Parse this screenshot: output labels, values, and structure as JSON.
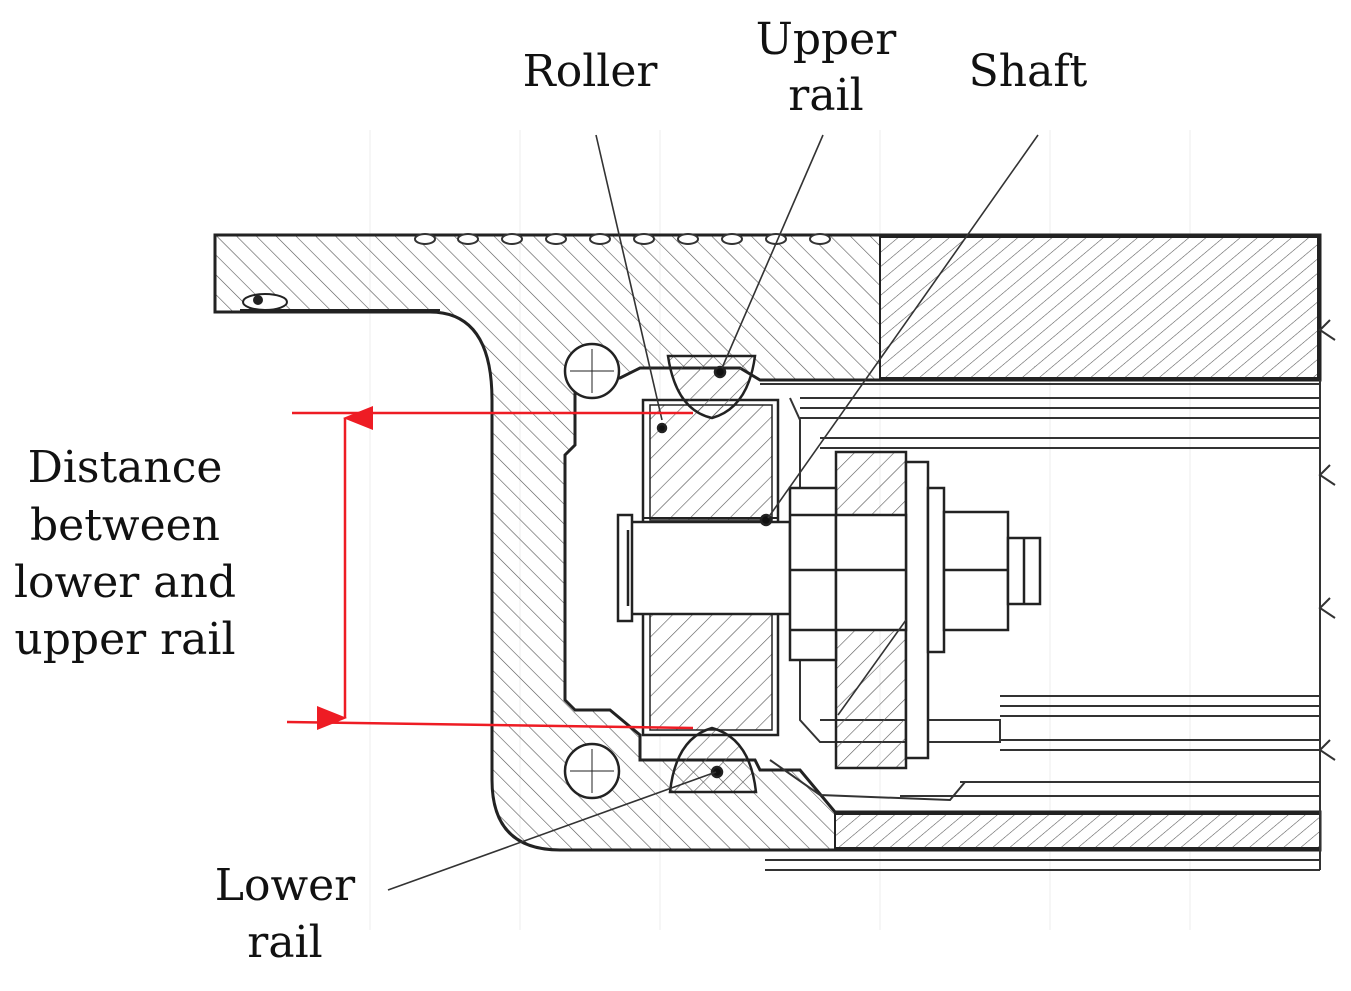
{
  "labels": {
    "roller": "Roller",
    "upper_rail_line1": "Upper",
    "upper_rail_line2": "rail",
    "shaft": "Shaft",
    "distance_line1": "Distance",
    "distance_line2": "between",
    "distance_line3": "lower and",
    "distance_line4": "upper rail",
    "lower_rail_line1": "Lower",
    "lower_rail_line2": "rail"
  },
  "colors": {
    "ink": "#222222",
    "hatch": "#555555",
    "dimension": "#ee1c24",
    "background": "#ffffff"
  }
}
